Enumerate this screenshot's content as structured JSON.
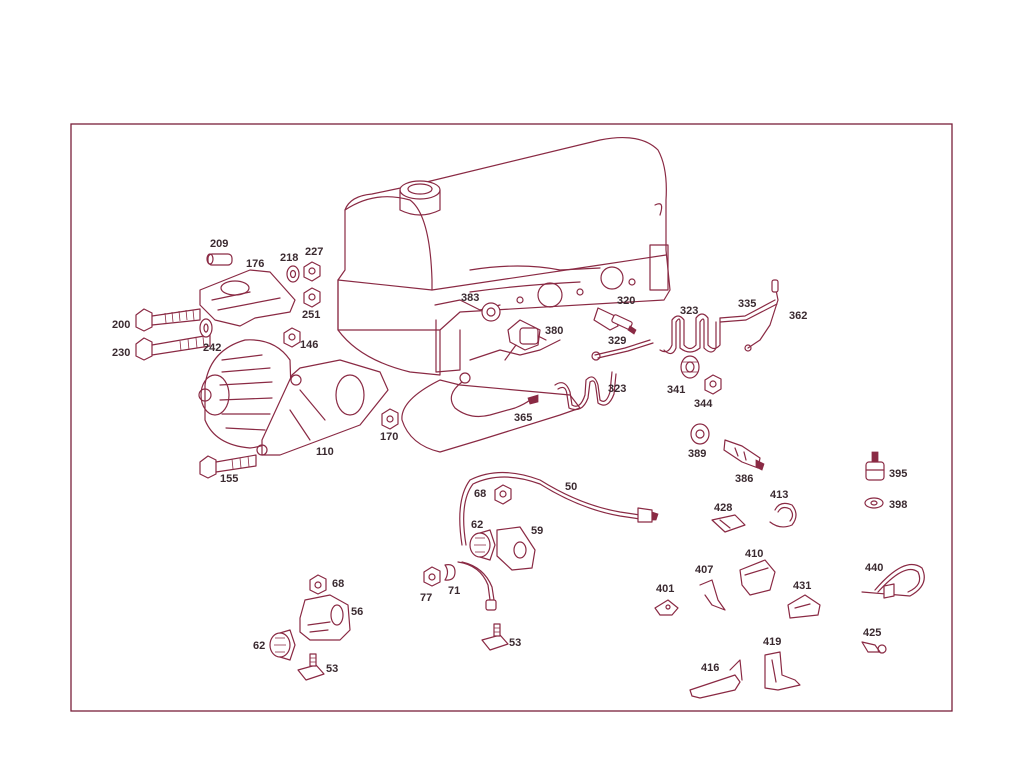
{
  "colors": {
    "line": "#8a2a44",
    "frame": "#7a1f3a",
    "label": "#3a2a30",
    "background": "#ffffff"
  },
  "labels": {
    "p209": "209",
    "p176": "176",
    "p218": "218",
    "p227": "227",
    "p251": "251",
    "p200": "200",
    "p230": "230",
    "p242": "242",
    "p146": "146",
    "p110": "110",
    "p155": "155",
    "p170": "170",
    "p383": "383",
    "p320": "320",
    "p380": "380",
    "p329": "329",
    "p323a": "323",
    "p335": "335",
    "p362": "362",
    "p323b": "323",
    "p341": "341",
    "p344": "344",
    "p365": "365",
    "p389": "389",
    "p386": "386",
    "p395": "395",
    "p398": "398",
    "p50": "50",
    "p68a": "68",
    "p62a": "62",
    "p59": "59",
    "p77": "77",
    "p71": "71",
    "p53a": "53",
    "p68b": "68",
    "p56": "56",
    "p62b": "62",
    "p53b": "53",
    "p428": "428",
    "p413": "413",
    "p410": "410",
    "p407": "407",
    "p401": "401",
    "p431": "431",
    "p440": "440",
    "p425": "425",
    "p419": "419",
    "p416": "416"
  }
}
